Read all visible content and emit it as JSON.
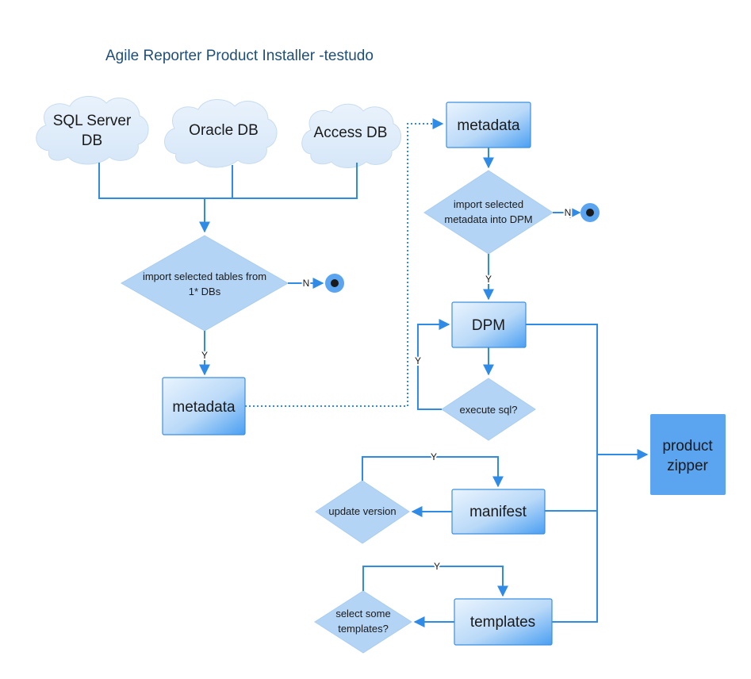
{
  "title": "Agile Reporter Product Installer -testudo",
  "sources": [
    "SQL Server DB",
    "Oracle DB",
    "Access DB"
  ],
  "decisions": {
    "import_tables": [
      "import selected tables from",
      "1* DBs"
    ],
    "import_metadata": [
      "import selected",
      "metadata into DPM"
    ],
    "execute_sql": "execute sql?",
    "update_version": "update version",
    "select_templates": [
      "select some",
      "templates?"
    ]
  },
  "processes": {
    "metadata_left": "metadata",
    "metadata_right": "metadata",
    "dpm": "DPM",
    "manifest": "manifest",
    "templates": "templates",
    "product_zipper": [
      "product",
      "zipper"
    ]
  },
  "labels": {
    "yes": "Y",
    "no": "N"
  },
  "colors": {
    "connector": "#2f8be6",
    "box_fill_light": "#e6f2fd",
    "box_fill_dark": "#4da0f2",
    "decision_fill": "#b3d4f5",
    "zipper_fill": "#5aa4f0",
    "title": "#1f4e79"
  }
}
